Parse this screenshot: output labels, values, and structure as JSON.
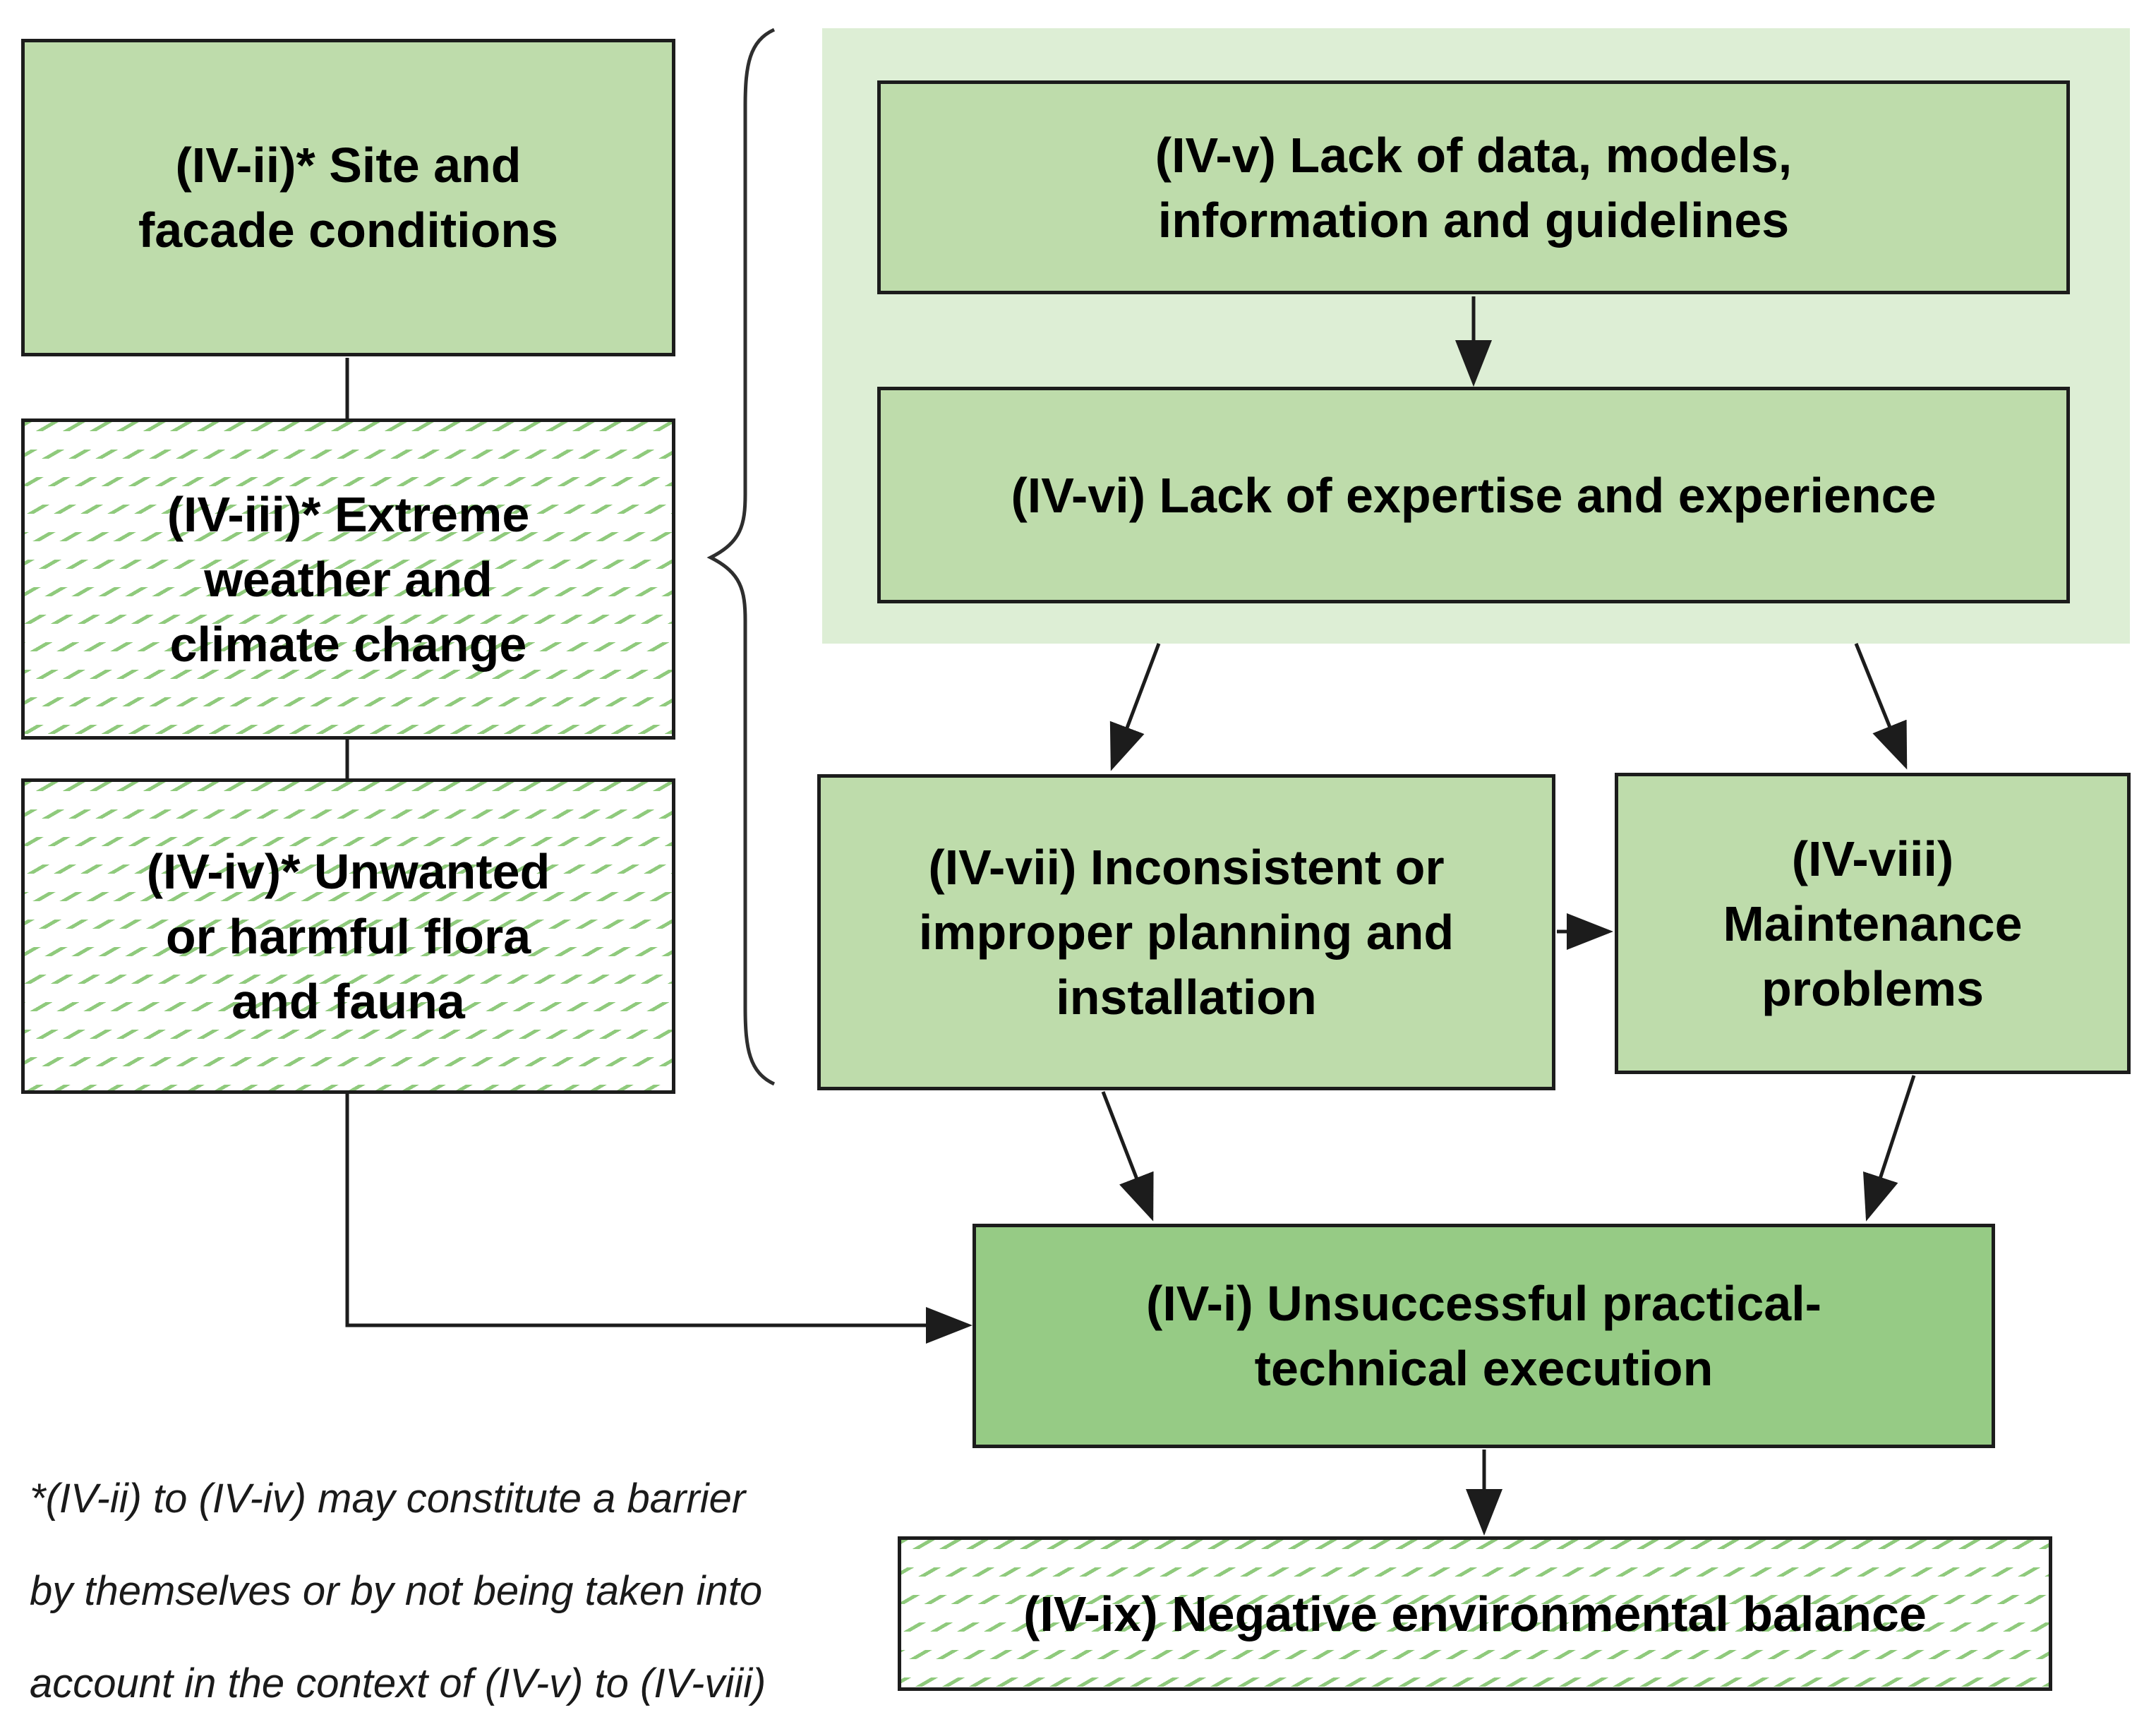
{
  "figure": {
    "type": "flow-diagram",
    "description": "Barrier relationship diagram for practical-technical execution"
  },
  "boxes": {
    "iv_ii": {
      "code": "(IV-ii)*",
      "style": "solid",
      "lines": [
        "(IV-ii)* Site and",
        "facade conditions"
      ]
    },
    "iv_iii": {
      "code": "(IV-iii)*",
      "style": "hatched",
      "lines": [
        "(IV-iii)* Extreme",
        "weather and",
        "climate change"
      ]
    },
    "iv_iv": {
      "code": "(IV-iv)*",
      "style": "hatched",
      "lines": [
        "(IV-iv)* Unwanted",
        "or harmful flora",
        "and fauna"
      ]
    },
    "iv_v": {
      "code": "(IV-v)",
      "style": "solid",
      "lines": [
        "(IV-v) Lack of data, models,",
        "information and guidelines"
      ]
    },
    "iv_vi": {
      "code": "(IV-vi)",
      "style": "solid",
      "lines": [
        "(IV-vi) Lack of expertise and experience"
      ]
    },
    "iv_vii": {
      "code": "(IV-vii)",
      "style": "solid",
      "lines": [
        "(IV-vii) Inconsistent or",
        "improper planning and",
        "installation"
      ]
    },
    "iv_viii": {
      "code": "(IV-viii)",
      "style": "solid",
      "lines": [
        "(IV-viii)",
        "Maintenance",
        "problems"
      ]
    },
    "iv_i": {
      "code": "(IV-i)",
      "style": "solid-dark",
      "lines": [
        "(IV-i) Unsuccessful practical-",
        "technical execution"
      ]
    },
    "iv_ix": {
      "code": "(IV-ix)",
      "style": "hatched",
      "lines": [
        "(IV-ix) Negative environmental balance"
      ]
    }
  },
  "footnote": {
    "lines": [
      "*(IV-ii) to (IV-iv) may constitute a barrier",
      "by themselves or by not being taken into",
      "account in the context of (IV-v) to (IV-viii)"
    ]
  },
  "colors": {
    "box_fill": "#bedcab",
    "box_fill_dark": "#96cb85",
    "group_fill": "#ddeed5",
    "hatch_green": "#8fca7c",
    "line_color": "#1c1c1c",
    "text_color": "#000000"
  }
}
